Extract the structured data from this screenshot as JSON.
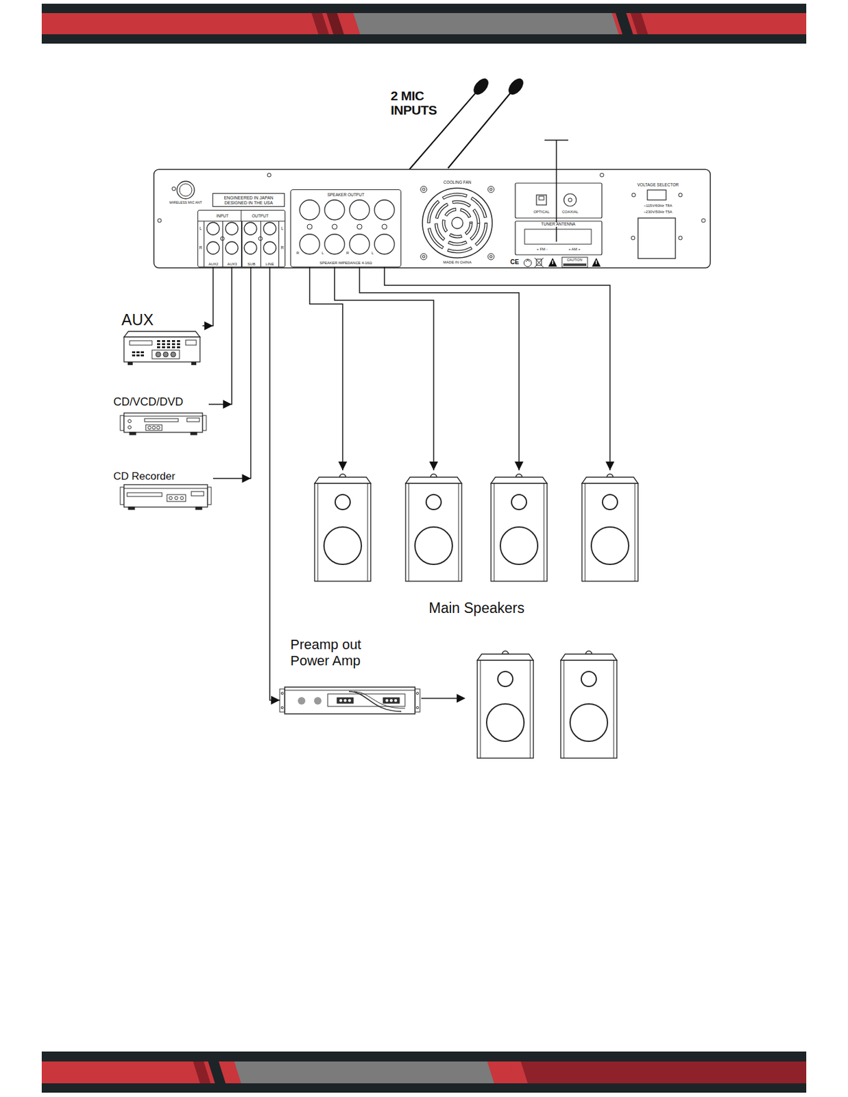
{
  "diagram": {
    "nodes": [
      {
        "text": [
          "ENGINEERED IN JAPAN DESIGNED IN THE USA"
        ]
      },
      {
        "text": [
          "INPUT",
          "OUTPUT"
        ]
      },
      {
        "text": [
          "AUX2"
        ],
        "in": 1
      },
      {
        "text": [
          "AUX3"
        ],
        "in": 1
      },
      {
        "text": [
          "SUB"
        ],
        "in": 1
      },
      {
        "text": [
          "LINE"
        ],
        "in": 1
      },
      {
        "text": [
          "SPEAKER OUTPUT",
          "SPEAKER IMPEDANCE 4-16Ω"
        ]
      },
      {
        "text": [
          "AUX"
        ]
      },
      {
        "text": [
          "CD/VCD/DVD"
        ]
      },
      {
        "text": [
          "CD Recorder"
        ]
      },
      {
        "text": [
          "Main Speakers"
        ]
      },
      {
        "text": [
          "Preamp out Power Amp"
        ]
      }
    ],
    "edges": [
      {
        "from": 7,
        "to": 2,
        "arrow": "to"
      },
      {
        "from": 8,
        "to": 3,
        "arrow": "to"
      },
      {
        "from": 9,
        "to": 4,
        "arrow": "to"
      },
      {
        "from": 5,
        "to": 11,
        "arrow": "to"
      },
      {
        "from": 6,
        "to": 10,
        "arrow": "to"
      },
      {
        "from": 6,
        "to": 10,
        "arrow": "to"
      },
      {
        "from": 6,
        "to": 10,
        "arrow": "to"
      },
      {
        "from": 6,
        "to": 10,
        "arrow": "to"
      }
    ],
    "labels": [
      "2 MIC INPUTS",
      "WIRELESS MIC ANT",
      "L",
      "R",
      "L",
      "R",
      "R",
      "L",
      "R",
      "L",
      "COOLING FAN",
      "MADE IN CHINA",
      "OPTICAL",
      "COAXIAL",
      "TUNER ANTENNA",
      "+ FM -",
      "+ AM +",
      "CE",
      "CAUTION",
      "VOLTAGE SELECTOR",
      "~115V/60Hz T8A",
      "~230V/50Hz T5A"
    ]
  }
}
